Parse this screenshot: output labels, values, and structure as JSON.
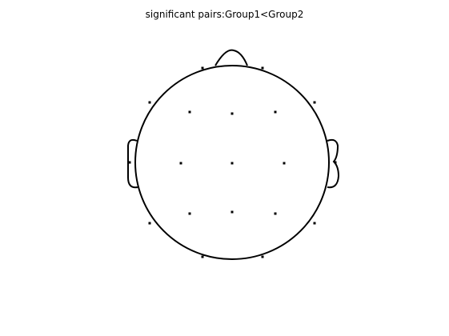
{
  "figure": {
    "title": "significant pairs:Group1<Group2"
  },
  "colors": {
    "background": "#ffffff",
    "line": "#000000",
    "electrode": "#000000"
  },
  "head_map": {
    "electrode_count": 19,
    "marker": "dot"
  }
}
